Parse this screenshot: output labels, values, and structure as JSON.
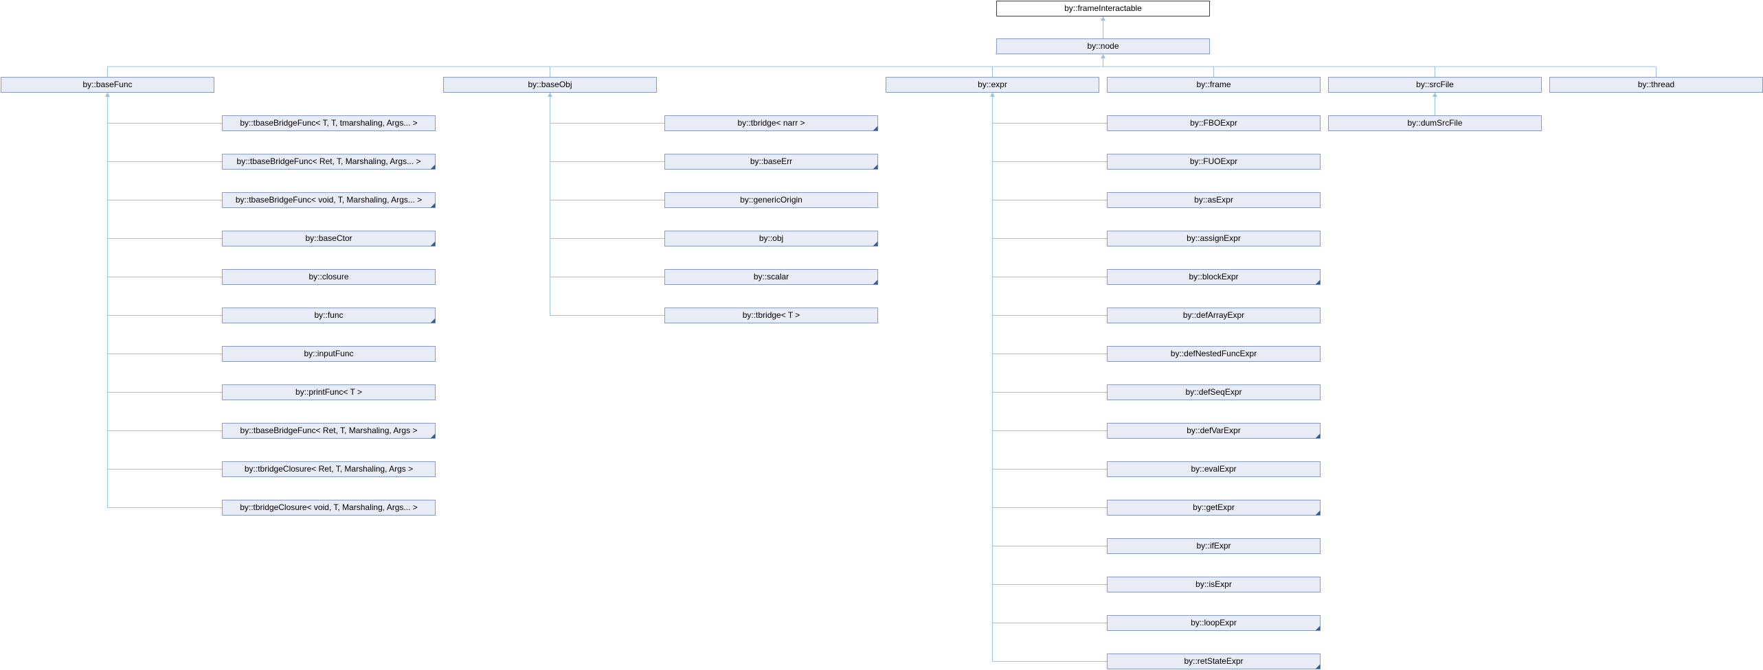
{
  "colors": {
    "box_fill": "#e8ecf6",
    "box_stroke": "#8a9cc6",
    "root_fill": "#ffffff",
    "root_stroke": "#404040",
    "edge": "#9cc0e0",
    "corner_marker": "#3a5a9c"
  },
  "diagram": {
    "root": {
      "label": "by::frameInteractable"
    },
    "node": {
      "label": "by::node"
    },
    "groups": [
      {
        "parent": {
          "label": "by::baseFunc",
          "more": false
        },
        "children": [
          {
            "label": "by::tbaseBridgeFunc< T, T, tmarshaling, Args... >",
            "more": false
          },
          {
            "label": "by::tbaseBridgeFunc< Ret, T, Marshaling, Args... >",
            "more": true
          },
          {
            "label": "by::tbaseBridgeFunc< void, T, Marshaling, Args... >",
            "more": true
          },
          {
            "label": "by::baseCtor",
            "more": true
          },
          {
            "label": "by::closure",
            "more": false
          },
          {
            "label": "by::func",
            "more": true
          },
          {
            "label": "by::inputFunc",
            "more": false
          },
          {
            "label": "by::printFunc< T >",
            "more": false
          },
          {
            "label": "by::tbaseBridgeFunc< Ret, T, Marshaling, Args >",
            "more": true
          },
          {
            "label": "by::tbridgeClosure< Ret, T, Marshaling, Args >",
            "more": false
          },
          {
            "label": "by::tbridgeClosure< void, T, Marshaling, Args... >",
            "more": false
          }
        ]
      },
      {
        "parent": {
          "label": "by::baseObj",
          "more": false
        },
        "children": [
          {
            "label": "by::tbridge< narr >",
            "more": true
          },
          {
            "label": "by::baseErr",
            "more": true
          },
          {
            "label": "by::genericOrigin",
            "more": false
          },
          {
            "label": "by::obj",
            "more": true
          },
          {
            "label": "by::scalar",
            "more": true
          },
          {
            "label": "by::tbridge< T >",
            "more": false
          }
        ]
      },
      {
        "parent": {
          "label": "by::expr",
          "more": false
        },
        "children": [
          {
            "label": "by::FBOExpr",
            "more": false
          },
          {
            "label": "by::FUOExpr",
            "more": false
          },
          {
            "label": "by::asExpr",
            "more": false
          },
          {
            "label": "by::assignExpr",
            "more": false
          },
          {
            "label": "by::blockExpr",
            "more": true
          },
          {
            "label": "by::defArrayExpr",
            "more": false
          },
          {
            "label": "by::defNestedFuncExpr",
            "more": false
          },
          {
            "label": "by::defSeqExpr",
            "more": false
          },
          {
            "label": "by::defVarExpr",
            "more": true
          },
          {
            "label": "by::evalExpr",
            "more": false
          },
          {
            "label": "by::getExpr",
            "more": true
          },
          {
            "label": "by::ifExpr",
            "more": false
          },
          {
            "label": "by::isExpr",
            "more": false
          },
          {
            "label": "by::loopExpr",
            "more": true
          },
          {
            "label": "by::retStateExpr",
            "more": true
          }
        ]
      },
      {
        "parent": {
          "label": "by::frame",
          "more": false
        },
        "children": []
      },
      {
        "parent": {
          "label": "by::srcFile",
          "more": false
        },
        "children": [
          {
            "label": "by::dumSrcFile",
            "more": false
          }
        ]
      },
      {
        "parent": {
          "label": "by::thread",
          "more": false
        },
        "children": []
      }
    ]
  }
}
